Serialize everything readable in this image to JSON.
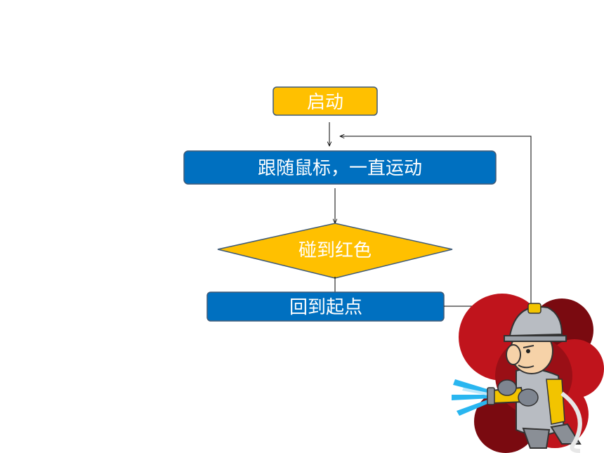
{
  "flowchart": {
    "nodes": [
      {
        "id": "start",
        "label": "启动",
        "shape": "rounded-rect"
      },
      {
        "id": "follow",
        "label": "跟随鼠标，一直运动",
        "shape": "rounded-rect"
      },
      {
        "id": "condition",
        "label": "碰到红色",
        "shape": "diamond"
      },
      {
        "id": "reset",
        "label": "回到起点",
        "shape": "rounded-rect"
      }
    ],
    "edges": [
      {
        "from": "start",
        "to": "follow"
      },
      {
        "from": "follow",
        "to": "condition"
      },
      {
        "from": "condition",
        "to": "reset"
      },
      {
        "from": "reset",
        "to": "follow",
        "type": "loop-back"
      }
    ]
  },
  "colors": {
    "start_fill": "#FFC000",
    "process_fill": "#0070C0",
    "decision_fill": "#FFC000",
    "stroke": "#3E5A78",
    "text": "#FFFFFF",
    "clipart_red": "#C0141C",
    "clipart_dark_red": "#7A0A10"
  },
  "clipart": {
    "subject": "firefighter-with-hose"
  }
}
